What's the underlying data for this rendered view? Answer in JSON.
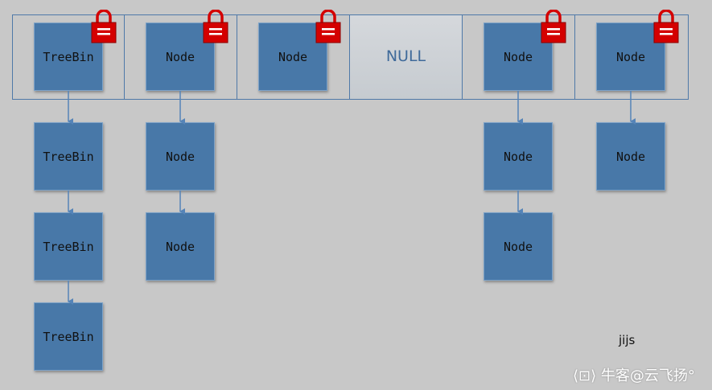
{
  "buckets": [
    {
      "label": "TreeBin",
      "locked": true,
      "chain": [
        "TreeBin",
        "TreeBin",
        "TreeBin"
      ]
    },
    {
      "label": "Node",
      "locked": true,
      "chain": [
        "Node",
        "Node"
      ]
    },
    {
      "label": "Node",
      "locked": true,
      "chain": []
    },
    {
      "label": "NULL",
      "locked": false,
      "chain": []
    },
    {
      "label": "Node",
      "locked": true,
      "chain": [
        "Node",
        "Node"
      ]
    },
    {
      "label": "Node",
      "locked": true,
      "chain": [
        "Node"
      ]
    }
  ],
  "lock_icon": "padlock-icon",
  "colors": {
    "node_fill": "#4878a8",
    "border": "#4f79a8",
    "lock": "#d40000",
    "background": "#c8c8c8",
    "arrow": "#5584b8"
  },
  "author_tag": "jijs",
  "watermark": "牛客@云飞扬°"
}
